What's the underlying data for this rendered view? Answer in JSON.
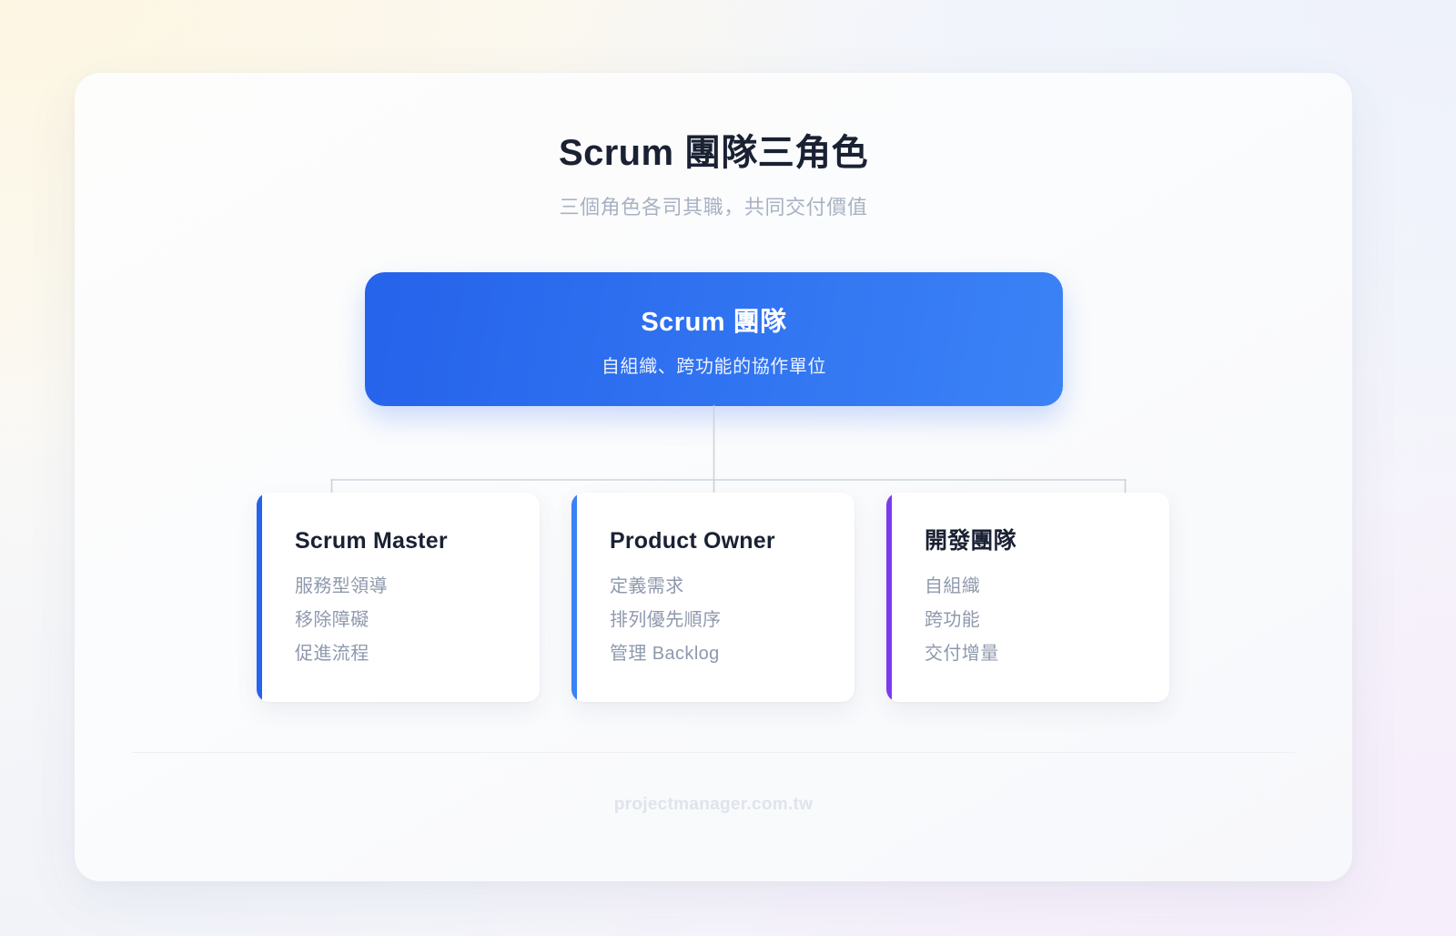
{
  "header": {
    "title": "Scrum 團隊三角色",
    "subtitle": "三個角色各司其職，共同交付價值"
  },
  "hero": {
    "title": "Scrum 團隊",
    "subtitle": "自組織、跨功能的協作單位",
    "gradient_from": "#2563EB",
    "gradient_to": "#3B82F6"
  },
  "roles": [
    {
      "title": "Scrum Master",
      "accent_color": "#2563EB",
      "points": [
        "服務型領導",
        "移除障礙",
        "促進流程"
      ]
    },
    {
      "title": "Product Owner",
      "accent_color": "#3B82F6",
      "points": [
        "定義需求",
        "排列優先順序",
        "管理 Backlog"
      ]
    },
    {
      "title": "開發團隊",
      "accent_color": "#7C3AED",
      "points": [
        "自組織",
        "跨功能",
        "交付增量"
      ]
    }
  ],
  "footer": {
    "site": "projectmanager.com.tw"
  },
  "connector": {
    "line_color": "#CDD3DC"
  }
}
